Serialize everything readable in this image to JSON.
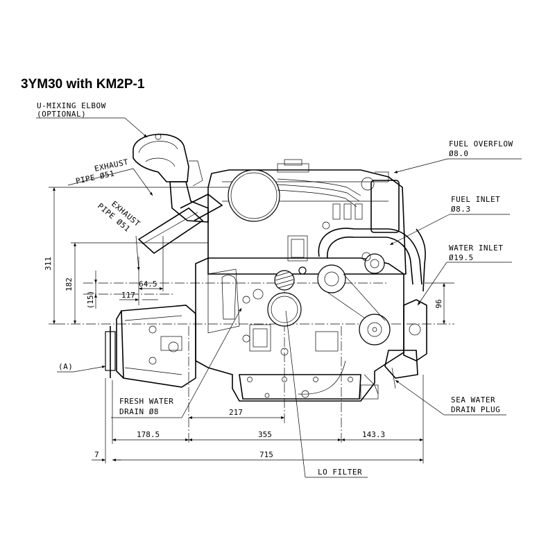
{
  "title": "3YM30 with KM2P-1",
  "callouts": {
    "u_mixing_elbow": [
      "U-MIXING ELBOW",
      "(OPTIONAL)"
    ],
    "exhaust_pipe_a": [
      "EXHAUST",
      "PIPE Ø51"
    ],
    "exhaust_pipe_b": [
      "EXHAUST",
      "PIPE Ø51"
    ],
    "fuel_overflow": [
      "FUEL OVERFLOW",
      "Ø8.0"
    ],
    "fuel_inlet": [
      "FUEL INLET",
      "Ø8.3"
    ],
    "water_inlet": [
      "WATER INLET",
      "Ø19.5"
    ],
    "fresh_water_drain": [
      "FRESH WATER",
      "DRAIN Ø8"
    ],
    "sea_water_drain_plug": [
      "SEA WATER",
      "DRAIN PLUG"
    ],
    "lo_filter": "LO FILTER",
    "view_a": "(A)"
  },
  "dimensions": {
    "d311": "311",
    "d182": "182",
    "d15": "(15)",
    "d117": "117",
    "d64_5": "64.5",
    "d96": "96",
    "d217": "217",
    "d178_5": "178.5",
    "d355": "355",
    "d143_3": "143.3",
    "d7": "7",
    "d715": "715"
  }
}
